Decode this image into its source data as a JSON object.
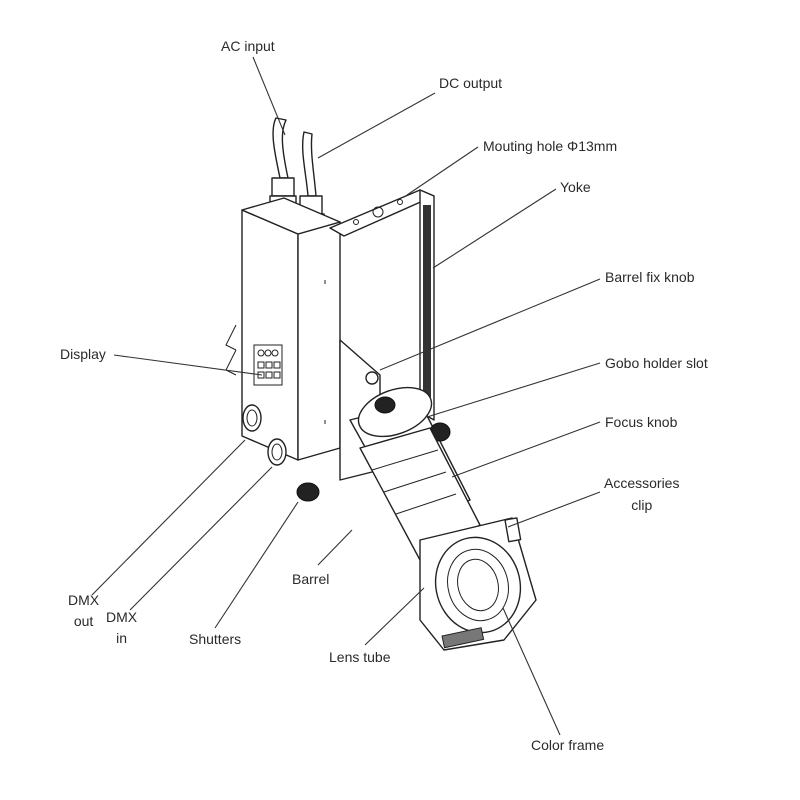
{
  "labels": {
    "ac_input": "AC input",
    "dc_output": "DC output",
    "mounting_hole": "Mouting hole Φ13mm",
    "yoke": "Yoke",
    "barrel_fix_knob": "Barrel fix knob",
    "display": "Display",
    "gobo_holder_slot": "Gobo holder slot",
    "focus_knob": "Focus knob",
    "accessories_clip_line1": "Accessories",
    "accessories_clip_line2": "clip",
    "dmx_out_line1": "DMX",
    "dmx_out_line2": "out",
    "dmx_in_line1": "DMX",
    "dmx_in_line2": "in",
    "barrel": "Barrel",
    "shutters": "Shutters",
    "lens_tube": "Lens tube",
    "color_frame": "Color frame"
  }
}
